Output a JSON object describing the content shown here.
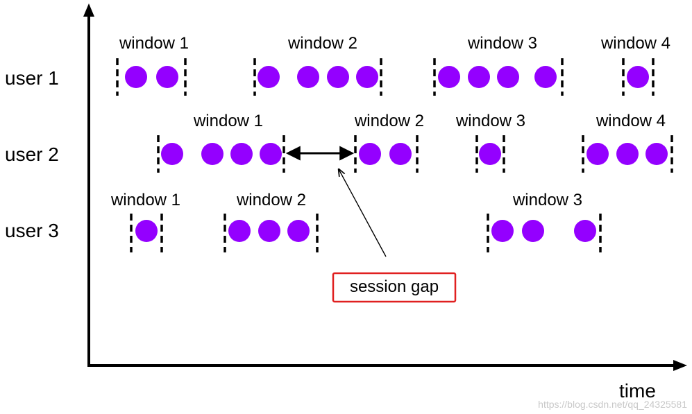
{
  "axis": {
    "x_label": "time"
  },
  "users": [
    {
      "label": "user 1",
      "windows": [
        {
          "label": "window 1",
          "events": 2
        },
        {
          "label": "window 2",
          "events": 4
        },
        {
          "label": "window 3",
          "events": 4
        },
        {
          "label": "window 4",
          "events": 1
        }
      ]
    },
    {
      "label": "user 2",
      "windows": [
        {
          "label": "window 1",
          "events": 4
        },
        {
          "label": "window 2",
          "events": 2
        },
        {
          "label": "window 3",
          "events": 1
        },
        {
          "label": "window 4",
          "events": 3
        }
      ]
    },
    {
      "label": "user 3",
      "windows": [
        {
          "label": "window 1",
          "events": 1
        },
        {
          "label": "window 2",
          "events": 3
        },
        {
          "label": "window 3",
          "events": 3
        }
      ]
    }
  ],
  "callout": {
    "label": "session gap"
  },
  "watermark": "https://blog.csdn.net/qq_24325581",
  "colors": {
    "event": "#9400ff",
    "axis": "#000000",
    "callout_border": "#e02020",
    "watermark": "#c8c8c8"
  }
}
